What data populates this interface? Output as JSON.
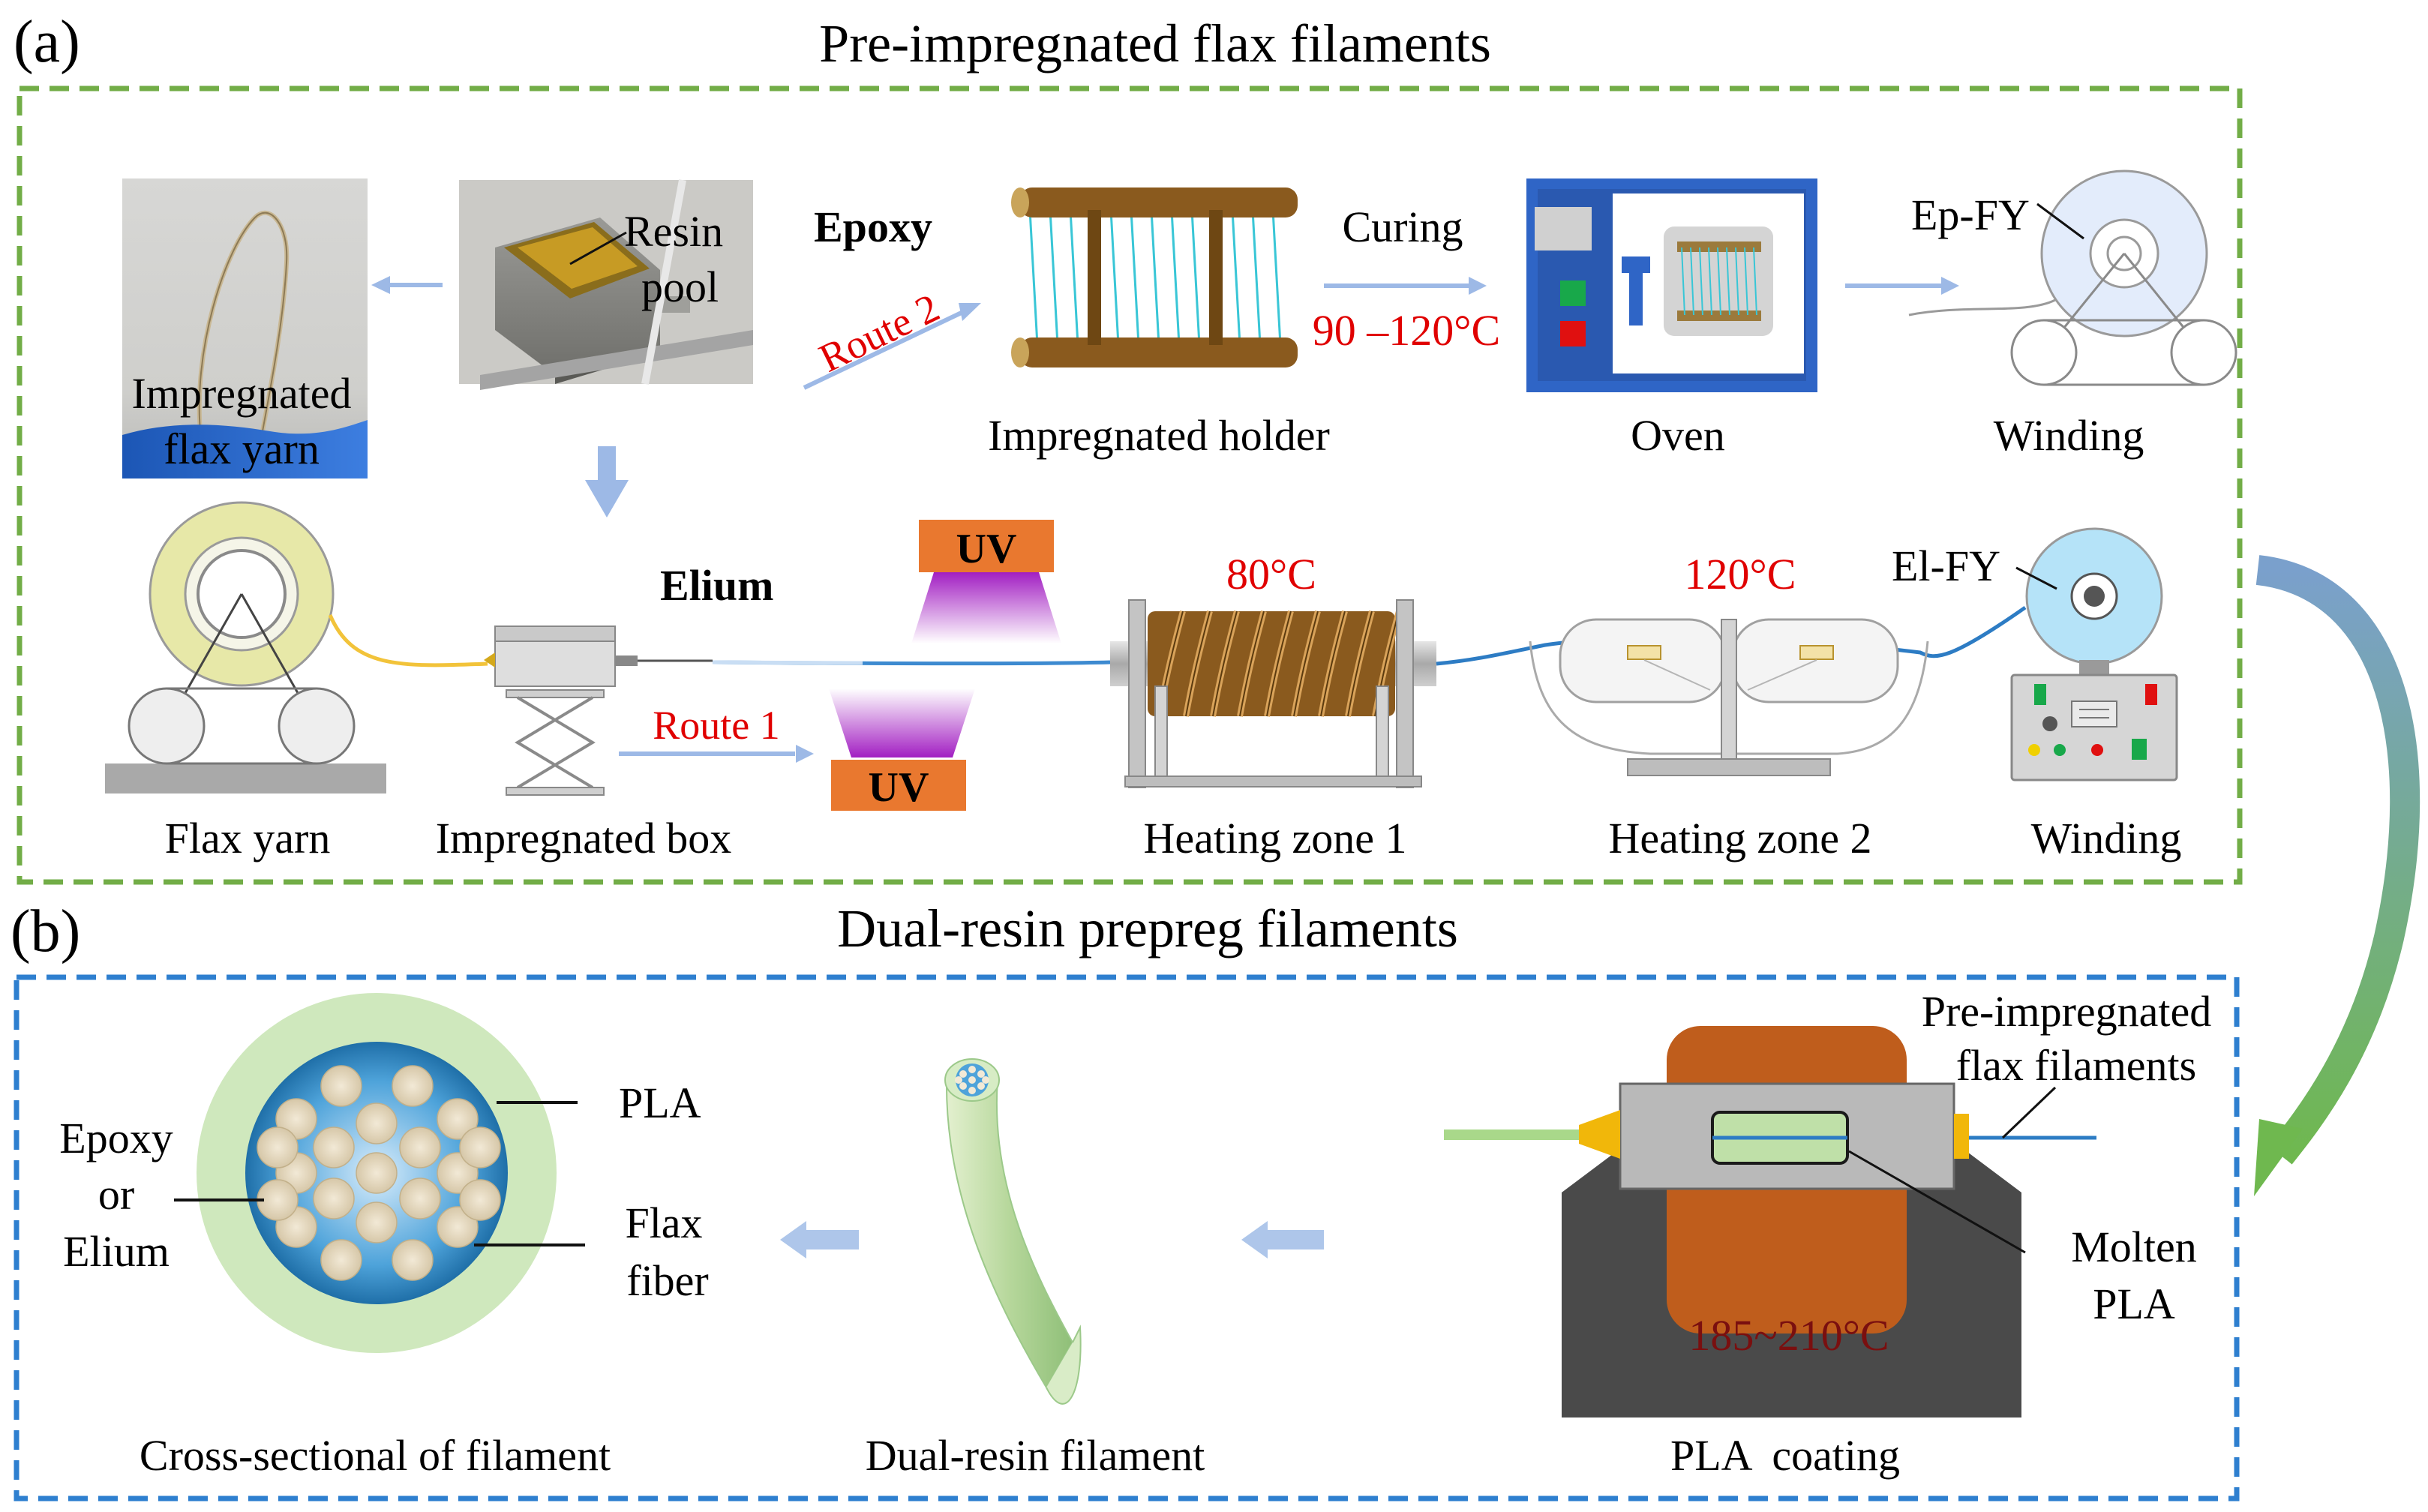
{
  "panel_a": {
    "label": "(a)",
    "title": "Pre-impregnated flax filaments",
    "photo_yarn_caption": [
      "Impregnated",
      "flax yarn"
    ],
    "resin_pool_label": [
      "Resin",
      "pool"
    ],
    "epoxy_label": "Epoxy",
    "route2_label": "Route 2",
    "holder_caption": "Impregnated holder",
    "curing_label": "Curing",
    "curing_temp": "90 –120°C",
    "oven_caption": "Oven",
    "epfy_label": "Ep-FY",
    "winding_top_caption": "Winding",
    "elium_label": "Elium",
    "uv_top_label": "UV",
    "uv_bottom_label": "UV",
    "route1_label": "Route 1",
    "zone1_temp": "80°C",
    "zone2_temp": "120°C",
    "elfy_label": "El-FY",
    "flax_yarn_caption": "Flax yarn",
    "box_caption": "Impregnated box",
    "zone1_caption": "Heating zone 1",
    "zone2_caption": "Heating zone 2",
    "winding_bottom_caption": "Winding"
  },
  "panel_b": {
    "label": "(b)",
    "title": "Dual-resin prepreg filaments",
    "pla_label": "PLA",
    "matrix_label": [
      "Epoxy",
      "or",
      "Elium"
    ],
    "fiber_label": [
      "Flax",
      "fiber"
    ],
    "cross_caption": "Cross-sectional of filament",
    "filament_caption": "Dual-resin filament",
    "preimp_label": [
      "Pre-impregnated",
      "flax filaments"
    ],
    "molten_label": [
      "Molten",
      "PLA"
    ],
    "coating_temp": "185~210°C",
    "coating_caption": "PLA  coating"
  },
  "colors": {
    "panel_a_border": "#72ad47",
    "panel_b_border": "#2e7fcf",
    "arrow": "#9db9e6",
    "temperature_text": "#e00000",
    "uv_box": "#e9782f",
    "uv_gradient": "#a21fc2",
    "filament_blue": "#2d7cc4",
    "pla_green": "#bfe0a8",
    "oven_blue": "#2f65c6",
    "coating_heater": "#bf5d1c",
    "coating_base": "#4a4a4a"
  }
}
